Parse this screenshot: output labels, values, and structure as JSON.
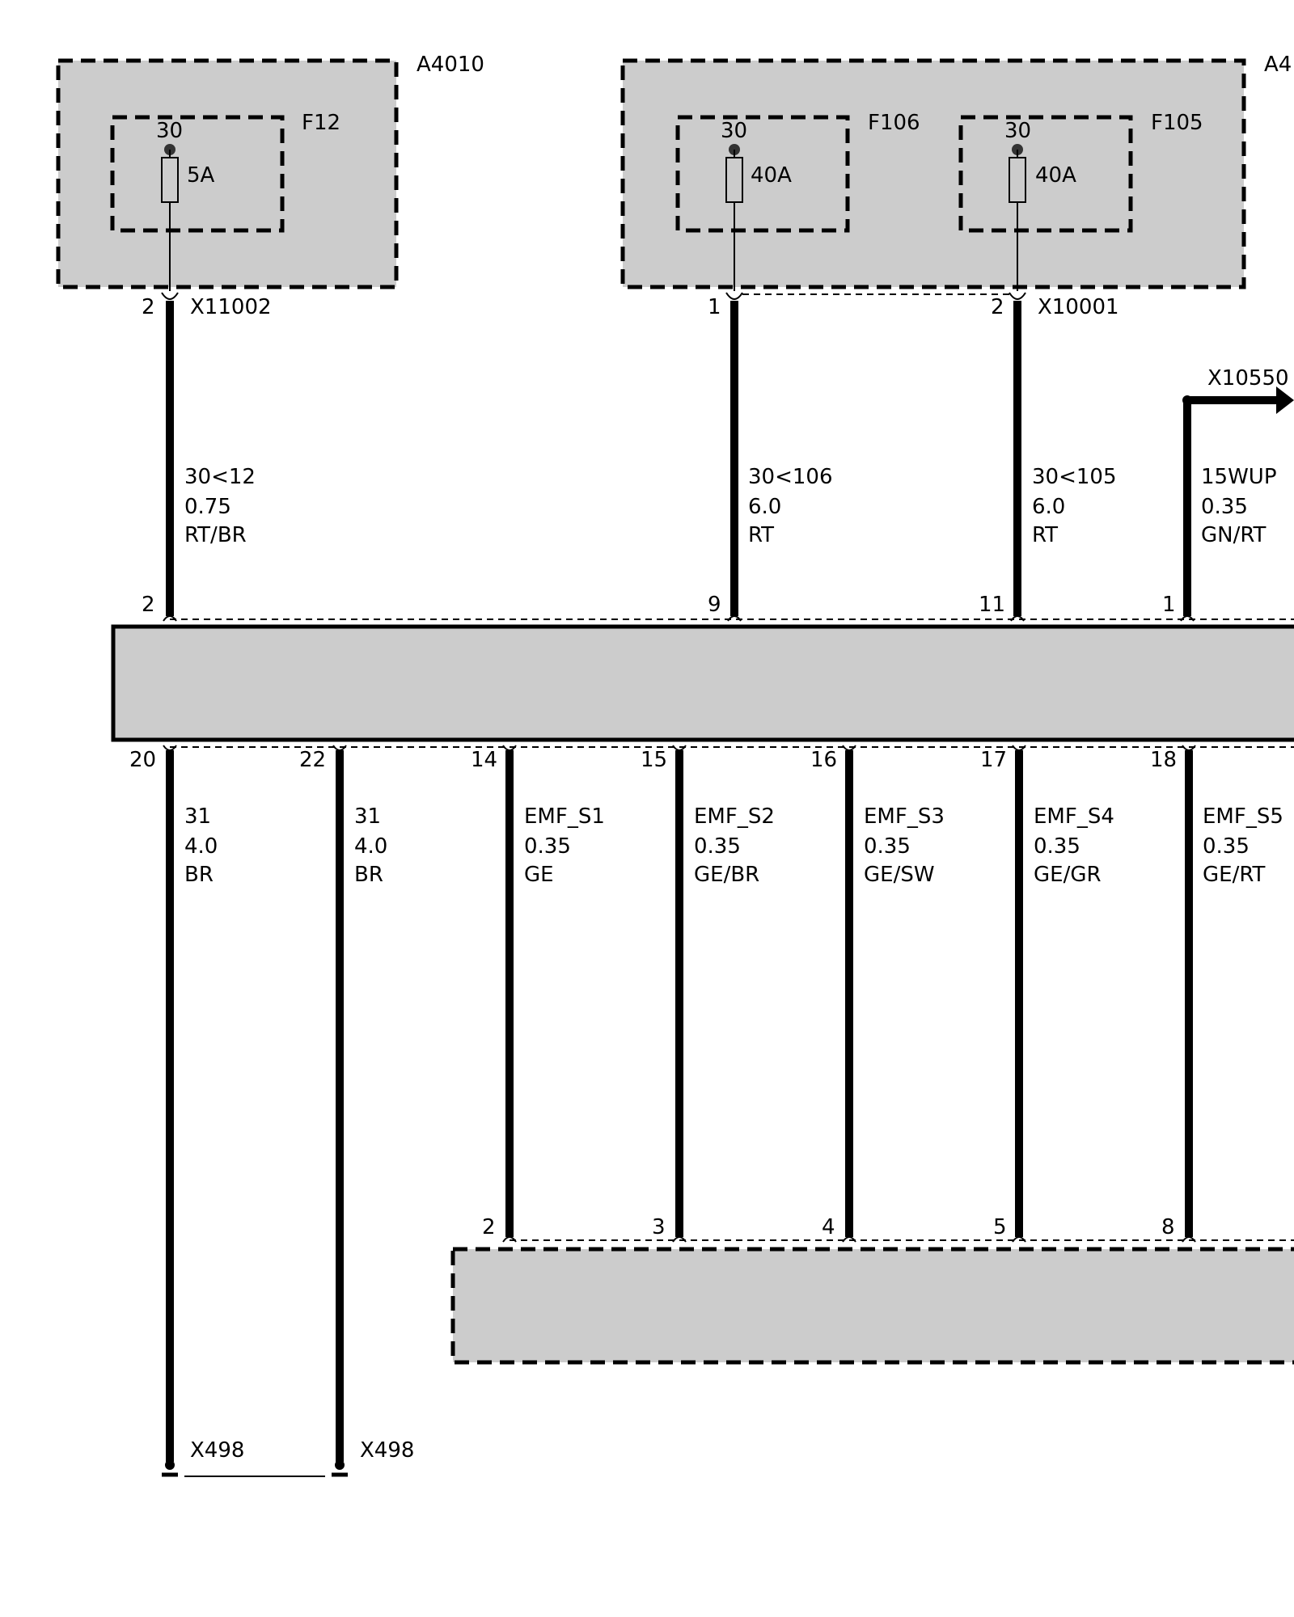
{
  "modules": {
    "a4010": {
      "label": "A4010"
    },
    "a4_right": {
      "label": "A4"
    }
  },
  "fuses": {
    "f12": {
      "name": "F12",
      "terminal": "30",
      "rating": "5A"
    },
    "f106": {
      "name": "F106",
      "terminal": "30",
      "rating": "40A"
    },
    "f105": {
      "name": "F105",
      "terminal": "30",
      "rating": "40A"
    }
  },
  "connectors": {
    "x11002": {
      "label": "X11002",
      "pin": "2"
    },
    "x10001": {
      "label": "X10001",
      "pin_left": "1",
      "pin_right": "2"
    },
    "x10550": {
      "label": "X10550"
    },
    "x498_a": {
      "label": "X498"
    },
    "x498_b": {
      "label": "X498"
    }
  },
  "upper_wires": [
    {
      "signal": "30<12",
      "gauge": "0.75",
      "color": "RT/BR",
      "module_pin": "2"
    },
    {
      "signal": "30<106",
      "gauge": "6.0",
      "color": "RT",
      "module_pin": "9"
    },
    {
      "signal": "30<105",
      "gauge": "6.0",
      "color": "RT",
      "module_pin": "11"
    },
    {
      "signal": "15WUP",
      "gauge": "0.35",
      "color": "GN/RT",
      "module_pin": "1"
    }
  ],
  "lower_wires": [
    {
      "signal": "31",
      "gauge": "4.0",
      "color": "BR",
      "module_pin": "20",
      "bottom_pin": ""
    },
    {
      "signal": "31",
      "gauge": "4.0",
      "color": "BR",
      "module_pin": "22",
      "bottom_pin": ""
    },
    {
      "signal": "EMF_S1",
      "gauge": "0.35",
      "color": "GE",
      "module_pin": "14",
      "bottom_pin": "2"
    },
    {
      "signal": "EMF_S2",
      "gauge": "0.35",
      "color": "GE/BR",
      "module_pin": "15",
      "bottom_pin": "3"
    },
    {
      "signal": "EMF_S3",
      "gauge": "0.35",
      "color": "GE/SW",
      "module_pin": "16",
      "bottom_pin": "4"
    },
    {
      "signal": "EMF_S4",
      "gauge": "0.35",
      "color": "GE/GR",
      "module_pin": "17",
      "bottom_pin": "5"
    },
    {
      "signal": "EMF_S5",
      "gauge": "0.35",
      "color": "GE/RT",
      "module_pin": "18",
      "bottom_pin": "8"
    }
  ]
}
